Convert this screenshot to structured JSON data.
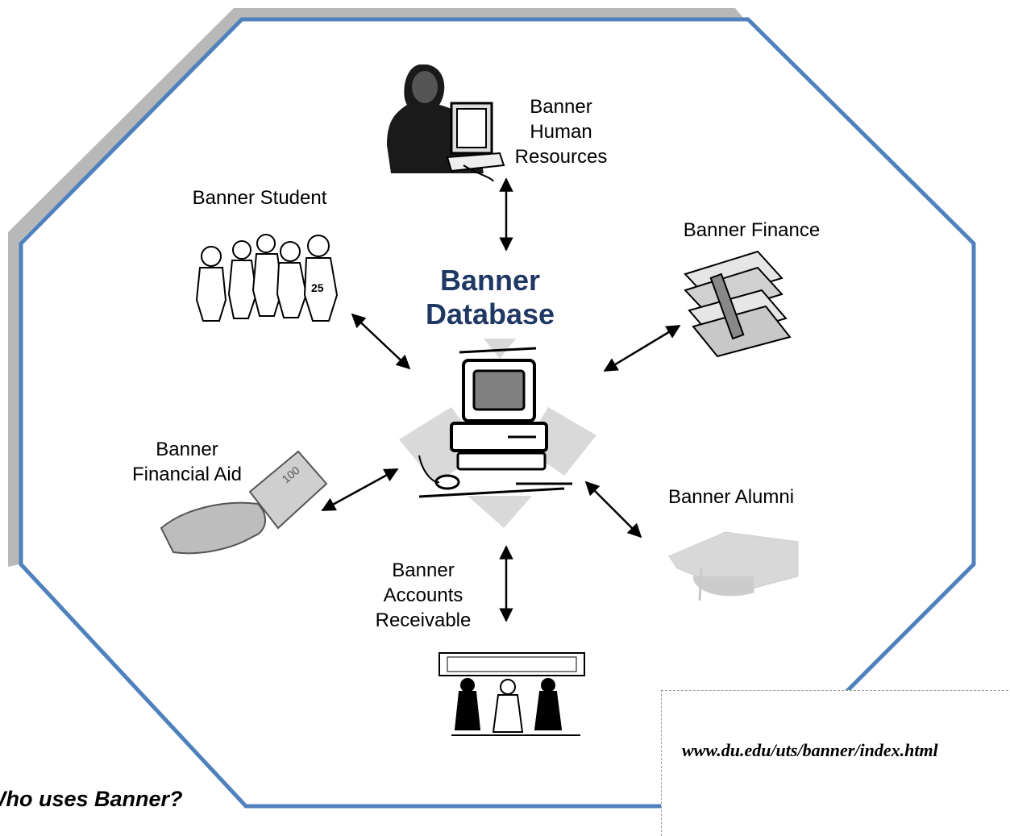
{
  "diagram": {
    "center_title": [
      "Banner",
      "Database"
    ],
    "modules": {
      "human_resources": [
        "Banner",
        "Human",
        "Resources"
      ],
      "student": [
        "Banner Student"
      ],
      "finance": [
        "Banner Finance"
      ],
      "financial_aid": [
        "Banner",
        "Financial Aid"
      ],
      "alumni": [
        "Banner Alumni"
      ],
      "accounts_receivable": [
        "Banner",
        "Accounts",
        "Receivable"
      ]
    },
    "url": "www.du.edu/uts/banner/index.html",
    "caption": "Who uses Banner?"
  },
  "colors": {
    "octagon_border": "#4f81bd",
    "shadow": "#b3b3b3",
    "title": "#1f3864"
  },
  "icons": [
    "office-worker-computer-icon",
    "students-group-icon",
    "money-stack-icon",
    "money-hand-icon",
    "graduation-cap-icon",
    "people-carrying-money-icon",
    "desktop-computer-icon"
  ]
}
